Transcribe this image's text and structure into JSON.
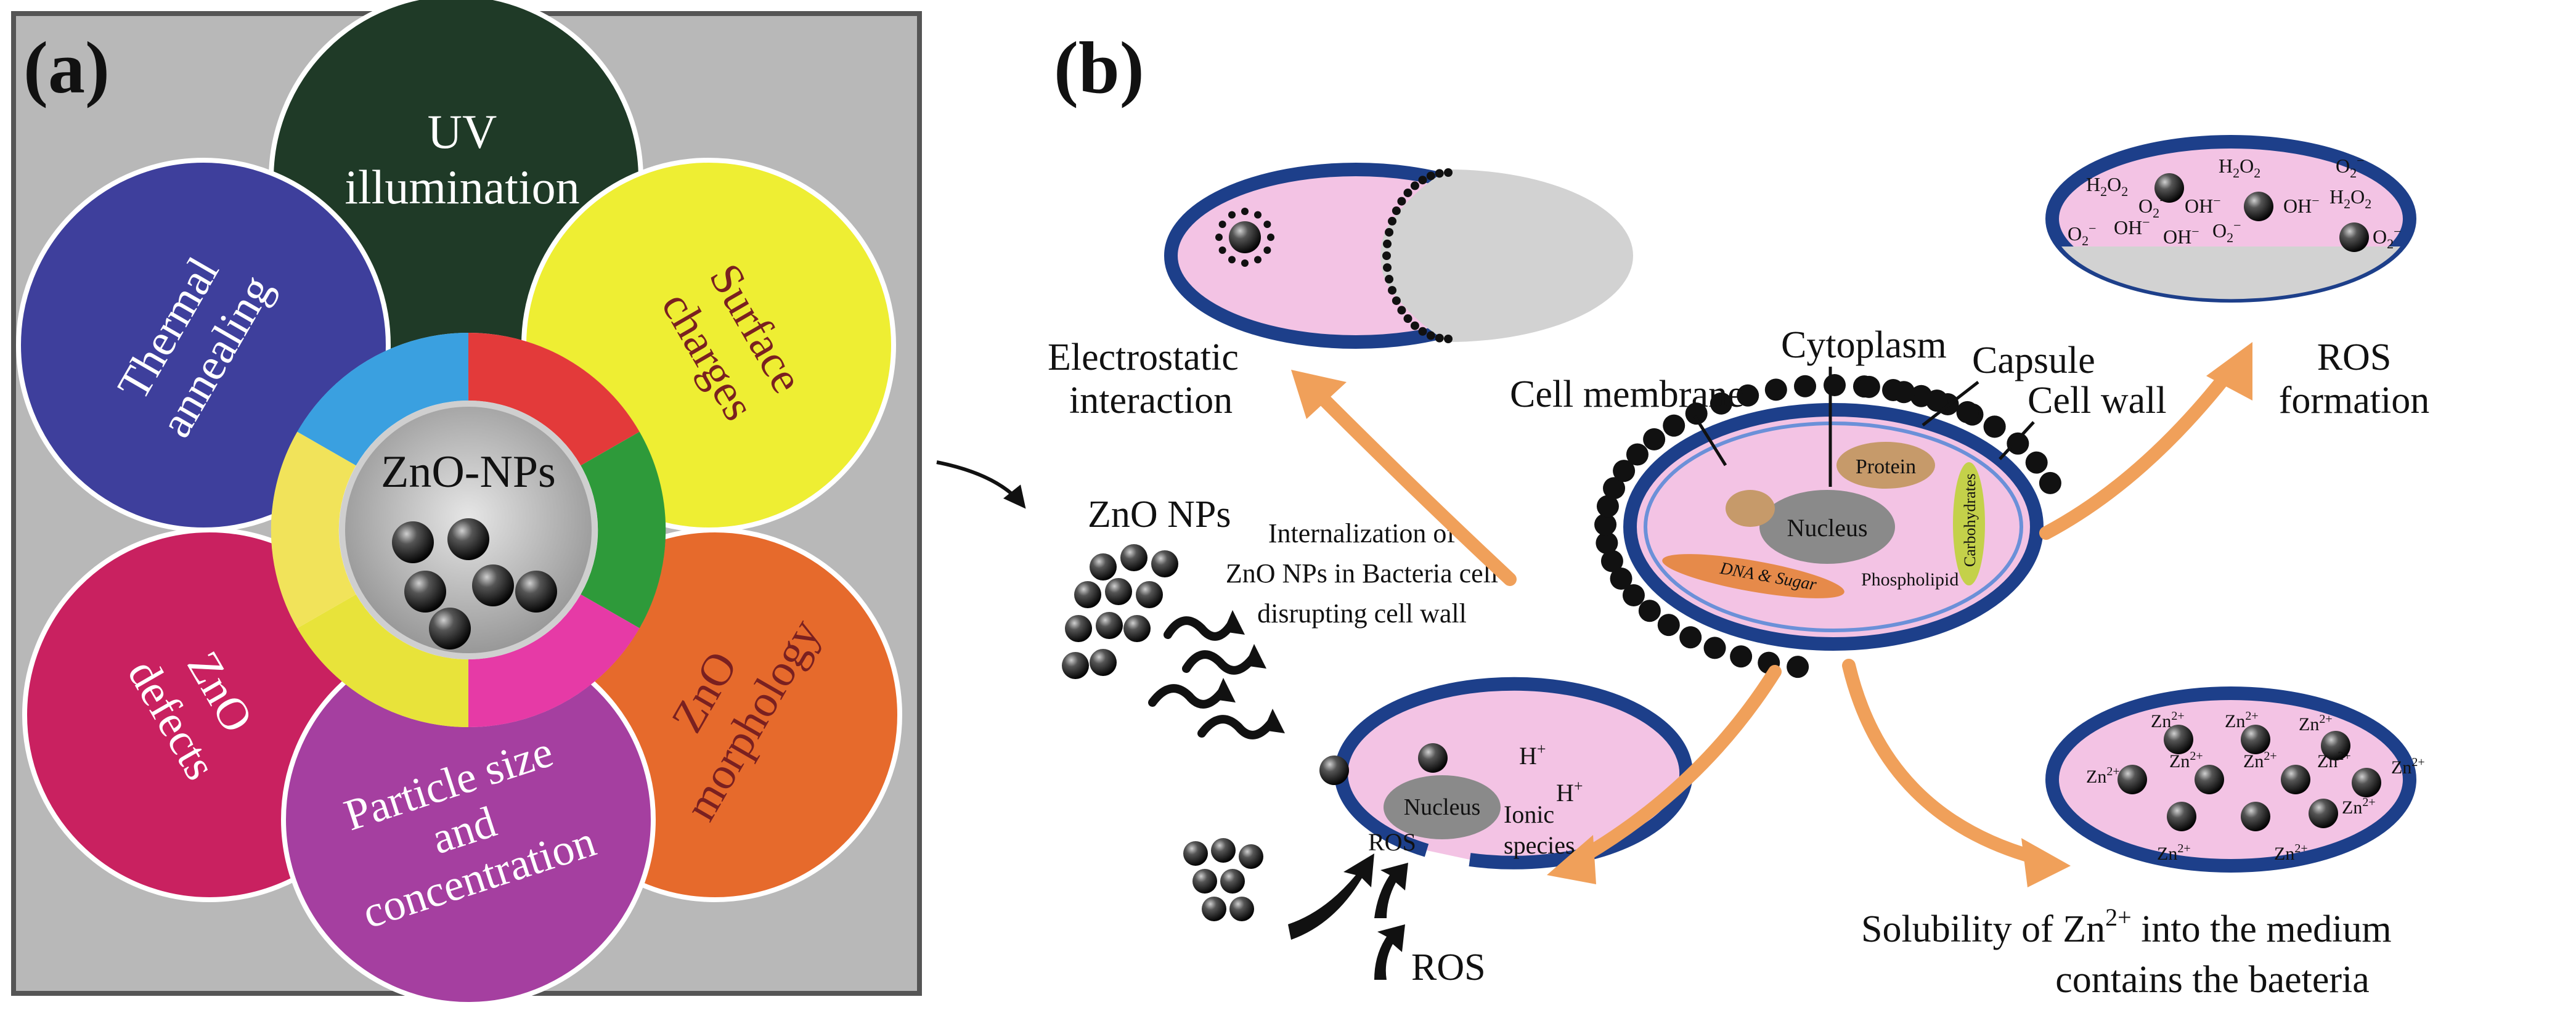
{
  "panel_a": {
    "label": "(a)",
    "center_label": "ZnO-NPs",
    "petals": {
      "uv": [
        "UV",
        "illumination"
      ],
      "surface": [
        "Surface",
        "charges"
      ],
      "morphology": [
        "ZnO",
        "morphology"
      ],
      "particle": [
        "Particle size",
        "and",
        "concentration"
      ],
      "defects": [
        "ZnO",
        "defects"
      ],
      "thermal": [
        "Thermal",
        "annealing"
      ]
    },
    "colors": {
      "uv": "#1f3a27",
      "surface": "#eeee33",
      "morphology": "#e66a2c",
      "particle": "#a53fa0",
      "defects": "#c92160",
      "thermal": "#3e3f9c",
      "background": "#b8b8b8"
    }
  },
  "panel_b": {
    "label": "(b)",
    "labels": {
      "electrostatic": [
        "Electrostatic",
        "interaction"
      ],
      "cytoplasm": "Cytoplasm",
      "capsule": "Capsule",
      "cell_membrane": "Cell membrane",
      "cell_wall": "Cell wall",
      "ros_formation": [
        "ROS",
        "formation"
      ],
      "zno_nps": "ZnO NPs",
      "internalization": [
        "Internalization of",
        "ZnO NPs in Bacteria cell",
        "disrupting cell wall"
      ],
      "protein": "Protein",
      "nucleus": "Nucleus",
      "dna_sugar": "DNA & Sugar",
      "phospholipid": "Phospholipid",
      "carbohydrates": "Carbohydrates",
      "h_plus": "H",
      "plus": "+",
      "ionic": [
        "Ionic",
        "species"
      ],
      "ros": "ROS",
      "solubility_pre": "Solubility of Zn",
      "solubility_sup": "2+",
      "solubility_post": " into the medium",
      "contains": "contains the baeteria",
      "zn": "Zn",
      "zn_sup": "2+",
      "h2o2_h": "H",
      "sub2": "2",
      "o": "O",
      "oh": "OH",
      "minus": "−"
    }
  }
}
